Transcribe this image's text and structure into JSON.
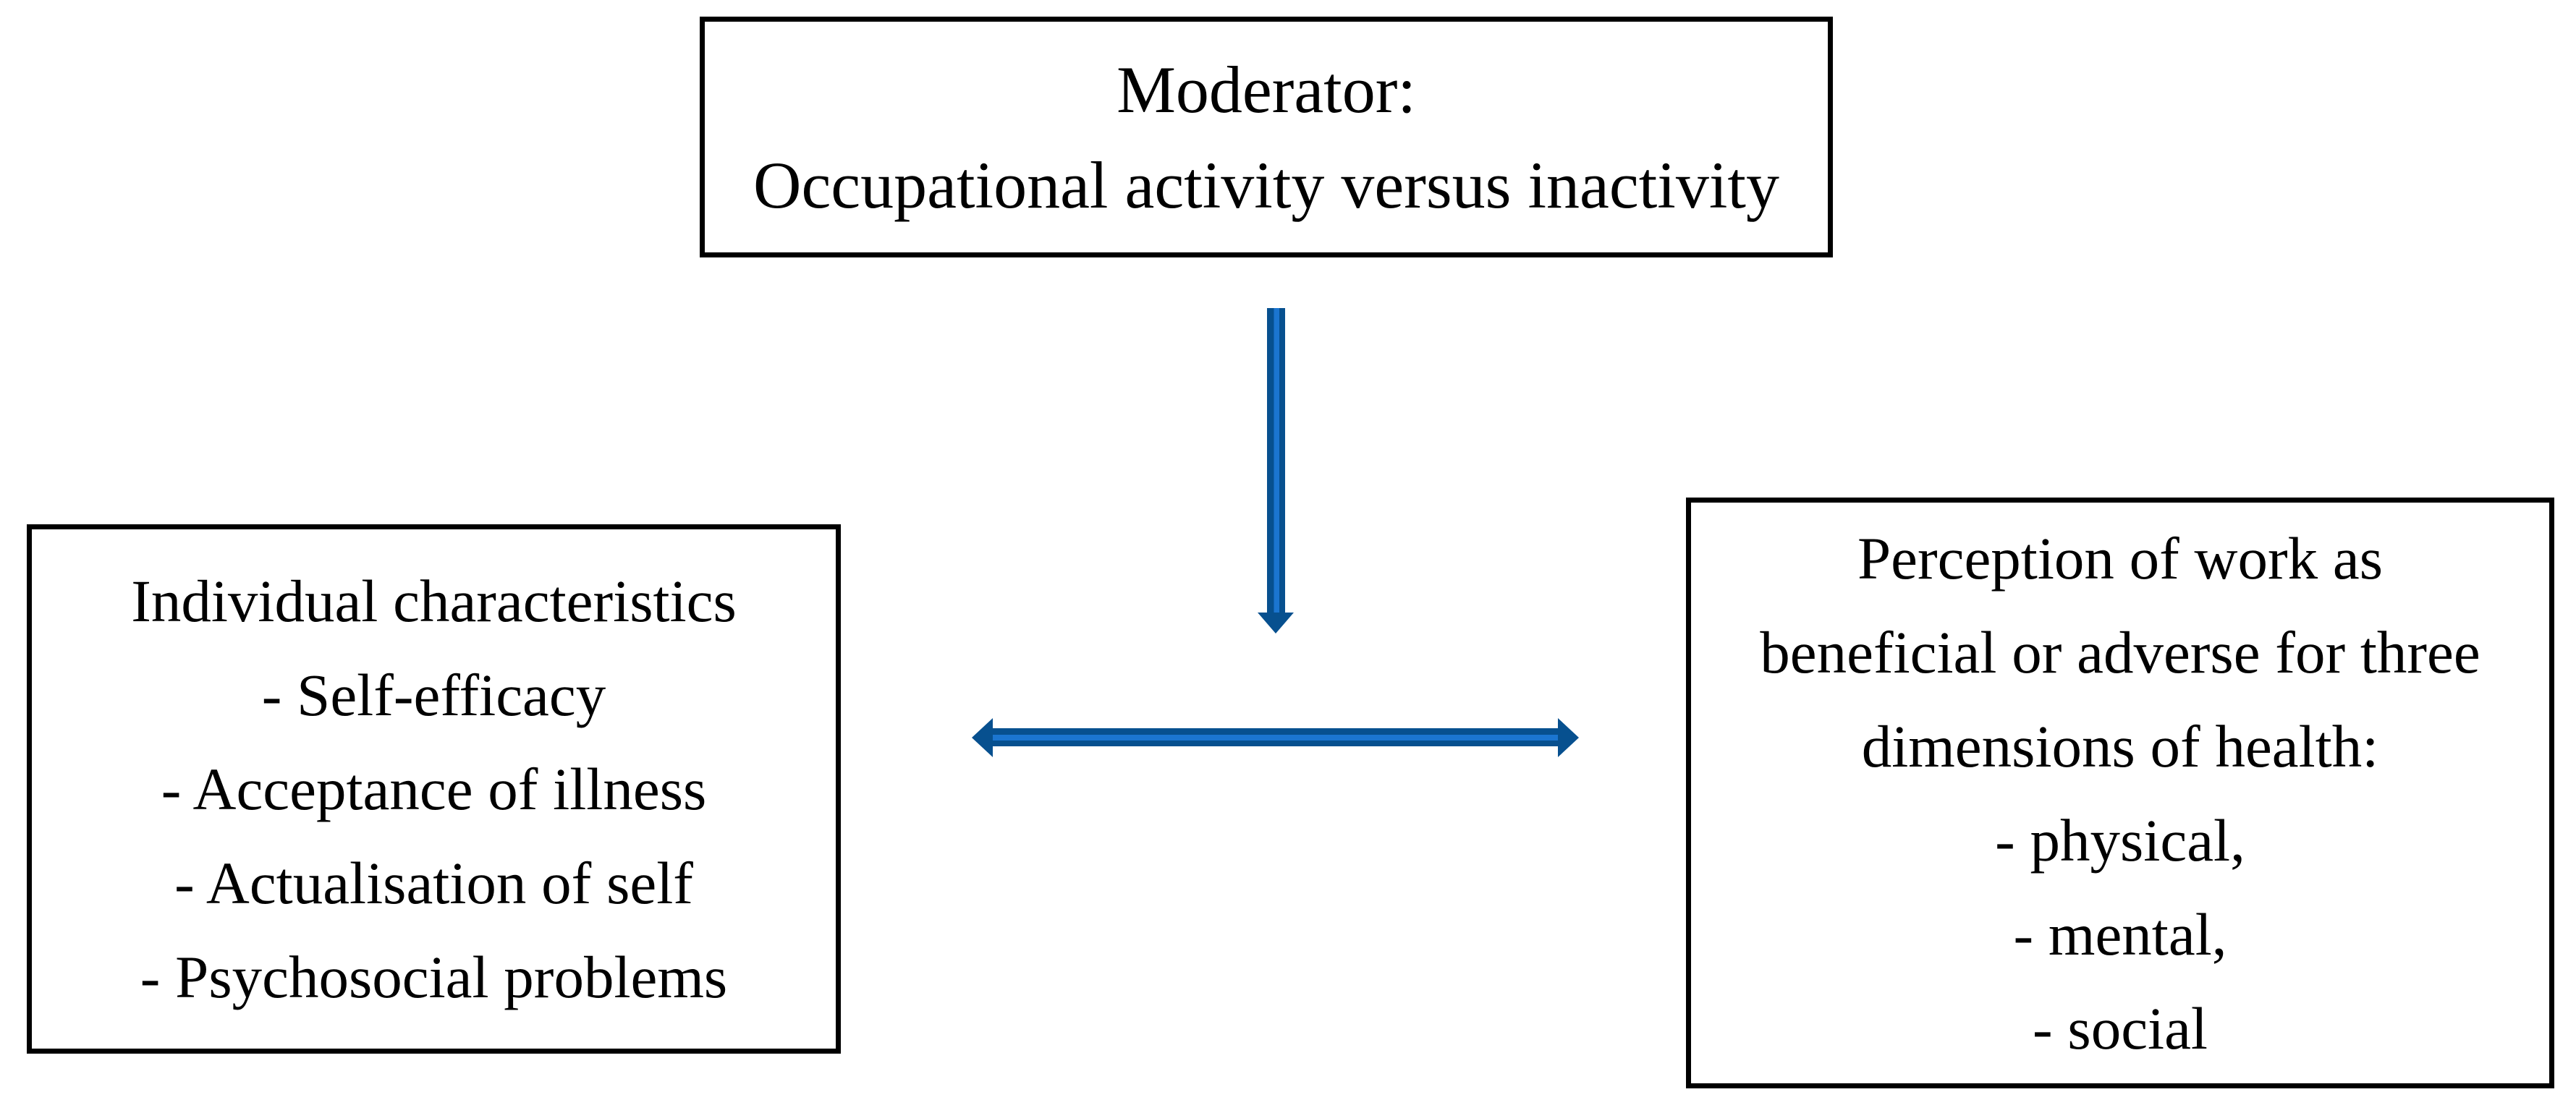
{
  "page": {
    "background": "#ffffff"
  },
  "colors": {
    "box_border": "#000000",
    "text": "#000000",
    "arrow_dark": "#07508f",
    "arrow_light": "#1b75d0"
  },
  "boxes": {
    "moderator": {
      "lines": [
        "Moderator:",
        "Occupational activity versus inactivity"
      ]
    },
    "individual": {
      "lines": [
        "Individual characteristics",
        "- Self-efficacy",
        "- Acceptance of illness",
        "- Actualisation of self",
        "- Psychosocial problems"
      ]
    },
    "perception": {
      "lines": [
        "Perception of work as",
        "beneficial or adverse for three",
        "dimensions of health:",
        "- physical,",
        "- mental,",
        "- social"
      ]
    }
  },
  "arrows": {
    "down_arrow": "down",
    "double_arrow": "left-right"
  }
}
